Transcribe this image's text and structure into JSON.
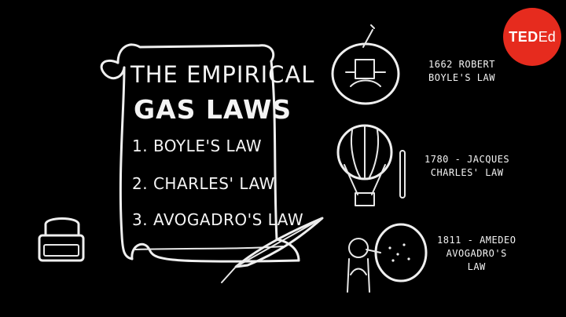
{
  "scroll": {
    "title_line1": "The Empirical",
    "title_line2": "Gas Laws",
    "laws": [
      "1. Boyle's Law",
      "2. Charles' Law",
      "3. Avogadro's Law"
    ]
  },
  "notes": {
    "boyle": {
      "line1": "1662 Robert",
      "line2": "Boyle's Law"
    },
    "charles": {
      "line1": "1780 - Jacques",
      "line2": "Charles' Law"
    },
    "avogadro": {
      "line1": "1811 - Amedeo",
      "line2": "Avogadro's",
      "line3": "Law"
    }
  },
  "logo": {
    "ted": "TED",
    "ed": "Ed",
    "color": "#e62b1e"
  }
}
